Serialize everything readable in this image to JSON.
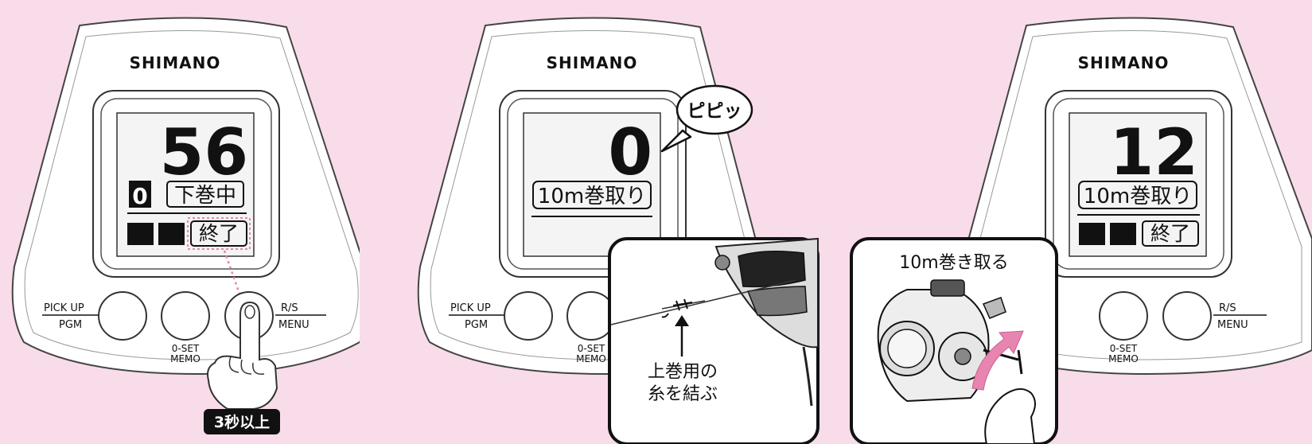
{
  "panels": [
    {
      "brand": "SHIMANO",
      "counter": "56",
      "mode_box": "0",
      "status_text": "下巻中",
      "action_text": "終了",
      "buttons": {
        "pickup": "PICK UP",
        "pgm": "PGM",
        "oset": "0-SET",
        "memo": "MEMO",
        "rs": "R/S",
        "menu": "MENU"
      },
      "hold_badge": "3秒以上"
    },
    {
      "brand": "SHIMANO",
      "counter": "0",
      "status_text": "10m巻取り",
      "beep_bubble": "ピピッ",
      "buttons": {
        "pickup": "PICK UP",
        "pgm": "PGM",
        "oset": "0-SET",
        "memo": "MEMO"
      },
      "inset_caption_line1": "上巻用の",
      "inset_caption_line2": "糸を結ぶ"
    },
    {
      "brand": "SHIMANO",
      "counter": "12",
      "status_text": "10m巻取り",
      "action_text": "終了",
      "buttons": {
        "oset": "0-SET",
        "memo": "MEMO",
        "rs": "R/S",
        "menu": "MENU"
      },
      "inset_caption": "10m巻き取る"
    }
  ],
  "colors": {
    "background": "#f9dcea",
    "accent_pink": "#e884b0",
    "ink": "#111111"
  }
}
